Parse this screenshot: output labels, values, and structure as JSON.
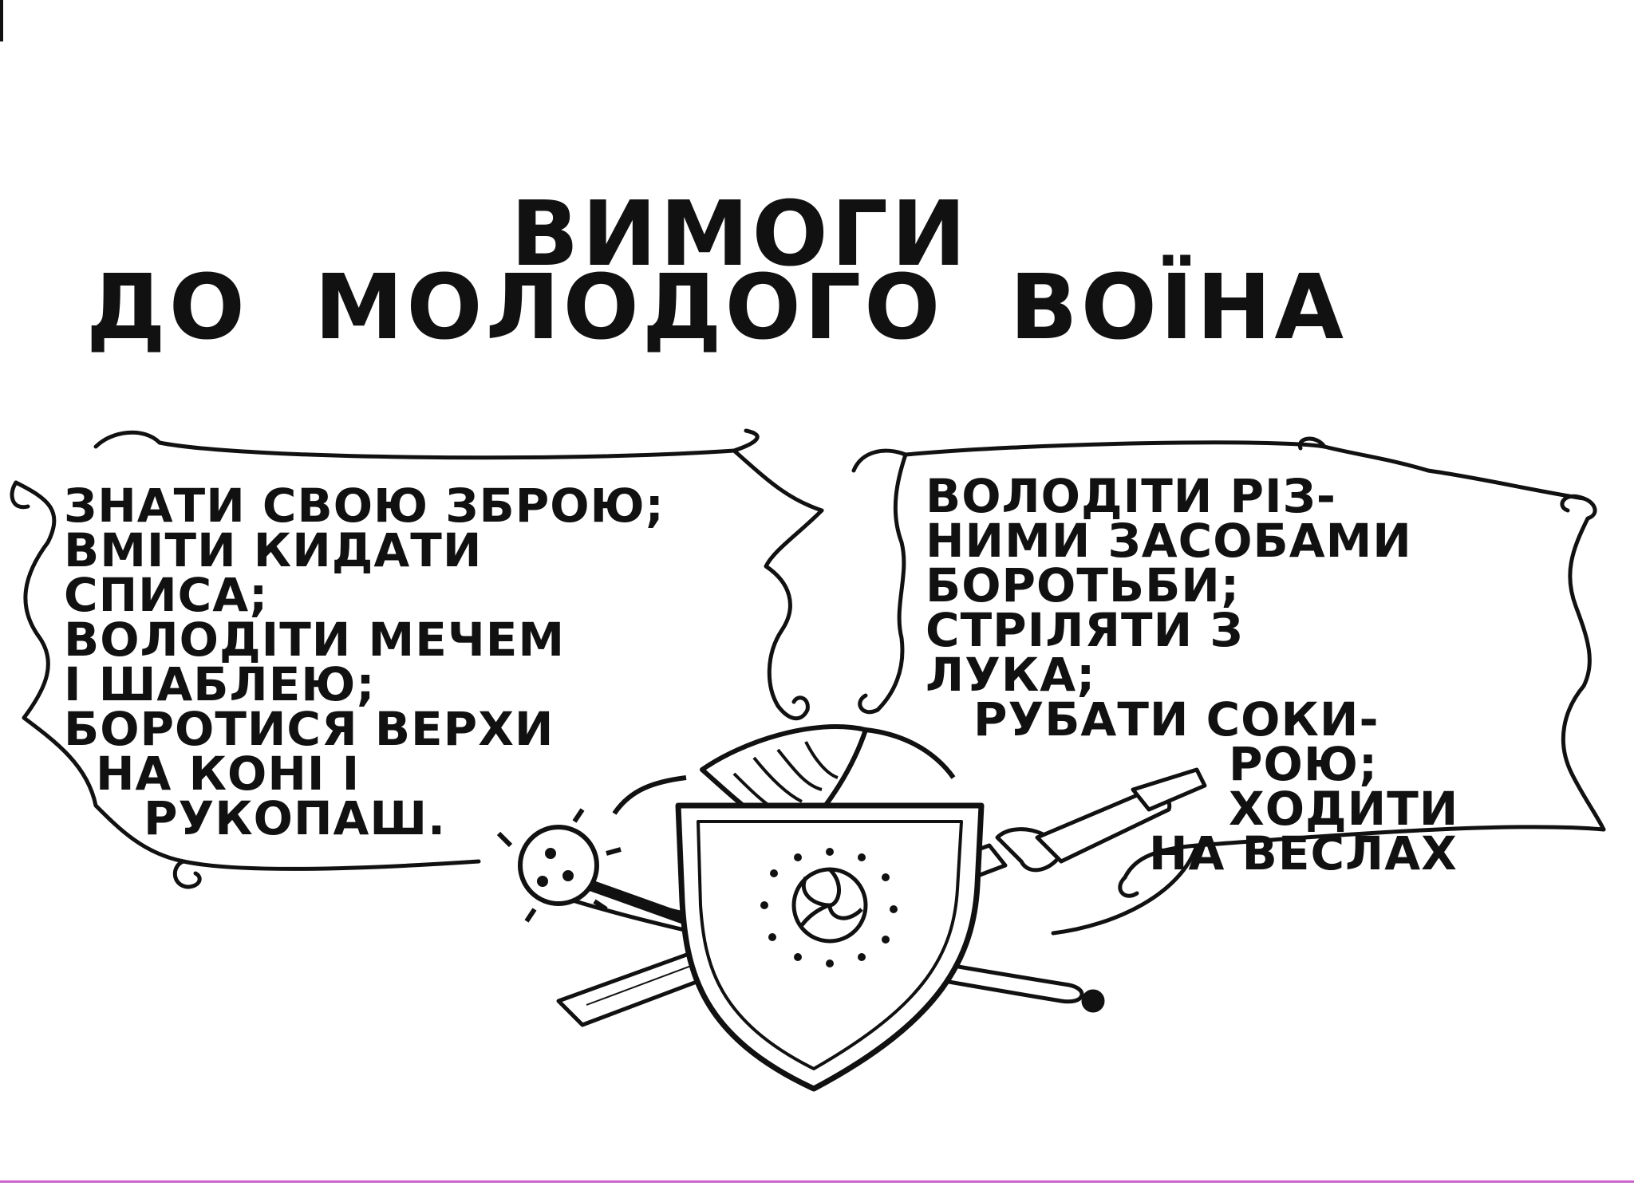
{
  "title": {
    "line1": "ВИМОГИ",
    "line2": "ДО МОЛОДОГО ВОЇНА"
  },
  "left_scroll": {
    "lines": [
      "ЗНАТИ СВОЮ ЗБРОЮ;",
      "ВМІТИ КИДАТИ",
      "СПИСА;",
      "ВОЛОДІТИ МЕЧЕМ",
      "І ШАБЛЕЮ;",
      "БОРОТИСЯ ВЕРХИ",
      "НА КОНІ І",
      "РУКОПАШ."
    ]
  },
  "right_scroll": {
    "lines": [
      "ВОЛОДІТИ РІЗ-",
      "НИМИ ЗАСОБАМИ",
      "БОРОТЬБИ;",
      "СТРІЛЯТИ З",
      "ЛУКА;",
      "РУБАТИ СОКИ-",
      "РОЮ;",
      "ХОДИТИ",
      "НА ВЕСЛАХ"
    ]
  },
  "colors": {
    "ink": "#111111",
    "paper": "#ffffff"
  },
  "icons": [
    "shield-icon",
    "sword-icon",
    "mace-icon",
    "helmet-icon",
    "sun-emblem-icon",
    "scroll-banner-icon"
  ]
}
